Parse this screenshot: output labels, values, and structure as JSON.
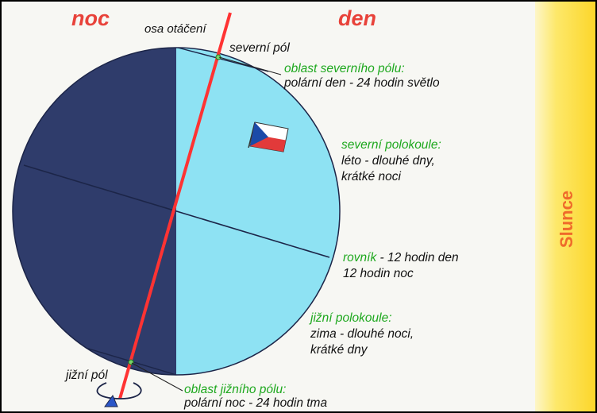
{
  "headers": {
    "night": "noc",
    "day": "den"
  },
  "axis": {
    "label": "osa otáčení"
  },
  "north_pole": {
    "label": "severní pól"
  },
  "south_pole": {
    "label": "jižní pól"
  },
  "north_polar_region": {
    "title": "oblast severního pólu:",
    "text": "polární den - 24 hodin světlo"
  },
  "northern_hemisphere": {
    "title": "severní polokoule:",
    "line1": "léto - dlouhé dny,",
    "line2": "krátké noci"
  },
  "equator": {
    "title": "rovník",
    "line1": " - 12 hodin den",
    "line2": "12 hodin noc"
  },
  "southern_hemisphere": {
    "title": "jižní polokoule:",
    "line1": "zima - dlouhé noci,",
    "line2": "krátké dny"
  },
  "south_polar_region": {
    "title": "oblast jižního pólu:",
    "text": "polární noc - 24 hodin tma"
  },
  "sun": {
    "label": "Slunce"
  },
  "colors": {
    "night_side": "#2f3c6b",
    "day_side": "#8ee2f3",
    "axis": "#ff3333",
    "green_text": "#1ea81e",
    "sun_text": "#ef6a2a"
  },
  "icons": [
    "czech-flag-icon",
    "rotation-arrow-icon"
  ]
}
